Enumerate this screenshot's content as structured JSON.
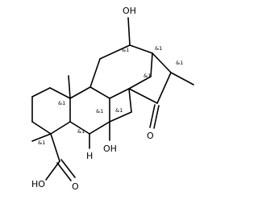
{
  "molecule": {
    "atoms": {
      "oh_top": "OH",
      "oh_middle": "OH",
      "carbonyl_o": "O",
      "acid_oh": "HO",
      "acid_o": "O",
      "h_ring_junction": "H"
    },
    "stereo_marks": {
      "s1": "&1",
      "s2": "&1",
      "s3": "&1",
      "s4": "&1",
      "s5": "&1",
      "s6": "&1",
      "s7": "&1",
      "s8": "&1",
      "s9": "&1"
    }
  }
}
